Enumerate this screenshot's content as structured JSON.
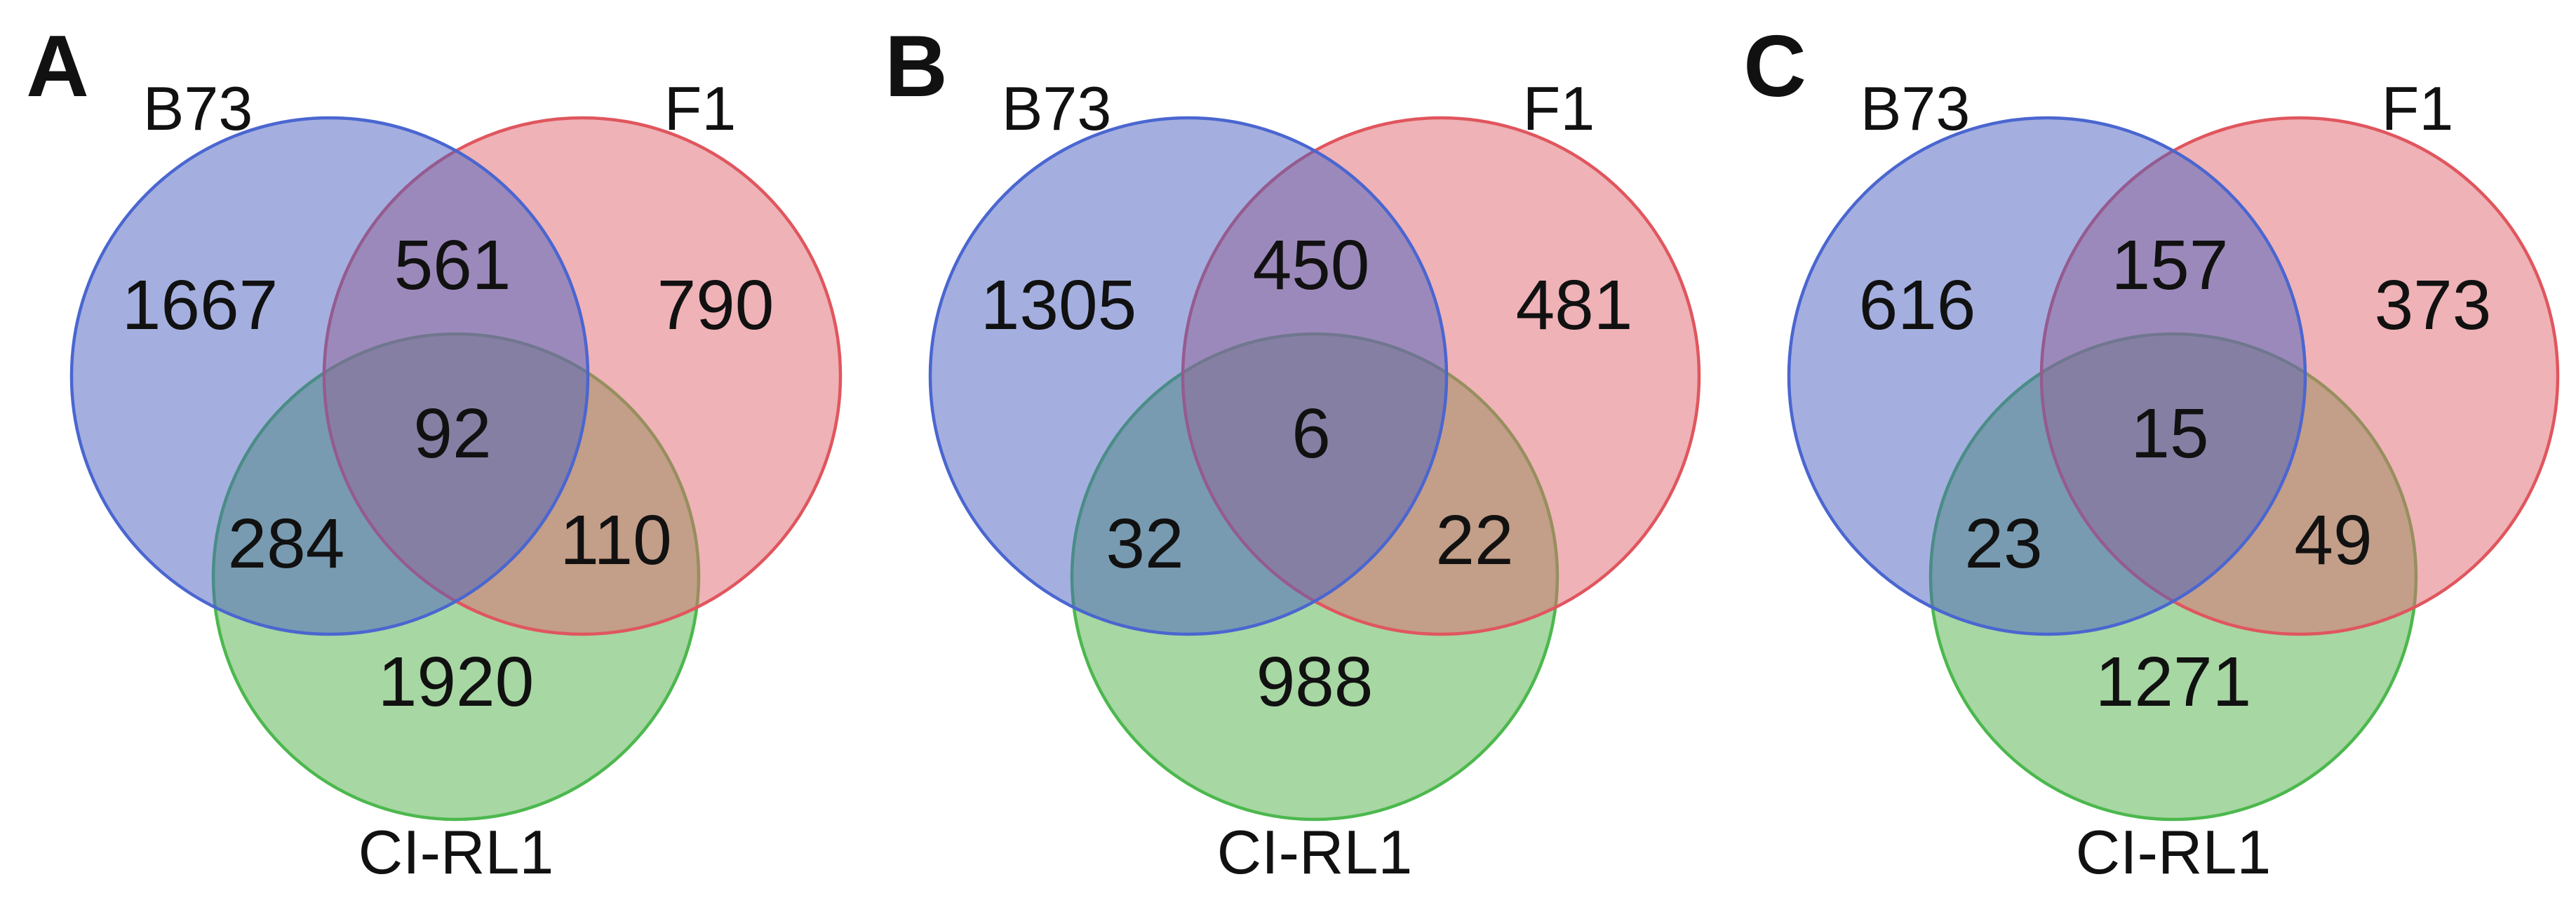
{
  "colors": {
    "b73_fill": "#495fbf",
    "b73_stroke": "#4a66d0",
    "f1_fill": "#df656d",
    "f1_stroke": "#e0565e",
    "cirl1_fill": "#4faf45",
    "cirl1_stroke": "#4cb84e",
    "text": "#111111",
    "background": "#ffffff"
  },
  "panels": [
    {
      "panel_label": "A",
      "b73_label": "B73",
      "f1_label": "F1",
      "cirl1_label": "CI-RL1",
      "counts": {
        "b73_only": "1667",
        "b73_f1": "561",
        "f1_only": "790",
        "b73_f1_cirl1": "92",
        "b73_cirl1": "284",
        "f1_cirl1": "110",
        "cirl1_only": "1920"
      }
    },
    {
      "panel_label": "B",
      "b73_label": "B73",
      "f1_label": "F1",
      "cirl1_label": "CI-RL1",
      "counts": {
        "b73_only": "1305",
        "b73_f1": "450",
        "f1_only": "481",
        "b73_f1_cirl1": "6",
        "b73_cirl1": "32",
        "f1_cirl1": "22",
        "cirl1_only": "988"
      }
    },
    {
      "panel_label": "C",
      "b73_label": "B73",
      "f1_label": "F1",
      "cirl1_label": "CI-RL1",
      "counts": {
        "b73_only": "616",
        "b73_f1": "157",
        "f1_only": "373",
        "b73_f1_cirl1": "15",
        "b73_cirl1": "23",
        "f1_cirl1": "49",
        "cirl1_only": "1271"
      }
    }
  ],
  "chart_data": [
    {
      "type": "venn",
      "panel": "A",
      "sets": [
        "B73",
        "F1",
        "CI-RL1"
      ],
      "region_counts": {
        "B73_only": 1667,
        "F1_only": 790,
        "CI-RL1_only": 1920,
        "B73_and_F1": 561,
        "B73_and_CI-RL1": 284,
        "F1_and_CI-RL1": 110,
        "B73_and_F1_and_CI-RL1": 92
      }
    },
    {
      "type": "venn",
      "panel": "B",
      "sets": [
        "B73",
        "F1",
        "CI-RL1"
      ],
      "region_counts": {
        "B73_only": 1305,
        "F1_only": 481,
        "CI-RL1_only": 988,
        "B73_and_F1": 450,
        "B73_and_CI-RL1": 32,
        "F1_and_CI-RL1": 22,
        "B73_and_F1_and_CI-RL1": 6
      }
    },
    {
      "type": "venn",
      "panel": "C",
      "sets": [
        "B73",
        "F1",
        "CI-RL1"
      ],
      "region_counts": {
        "B73_only": 616,
        "F1_only": 373,
        "CI-RL1_only": 1271,
        "B73_and_F1": 157,
        "B73_and_CI-RL1": 23,
        "F1_and_CI-RL1": 49,
        "B73_and_F1_and_CI-RL1": 15
      }
    }
  ]
}
